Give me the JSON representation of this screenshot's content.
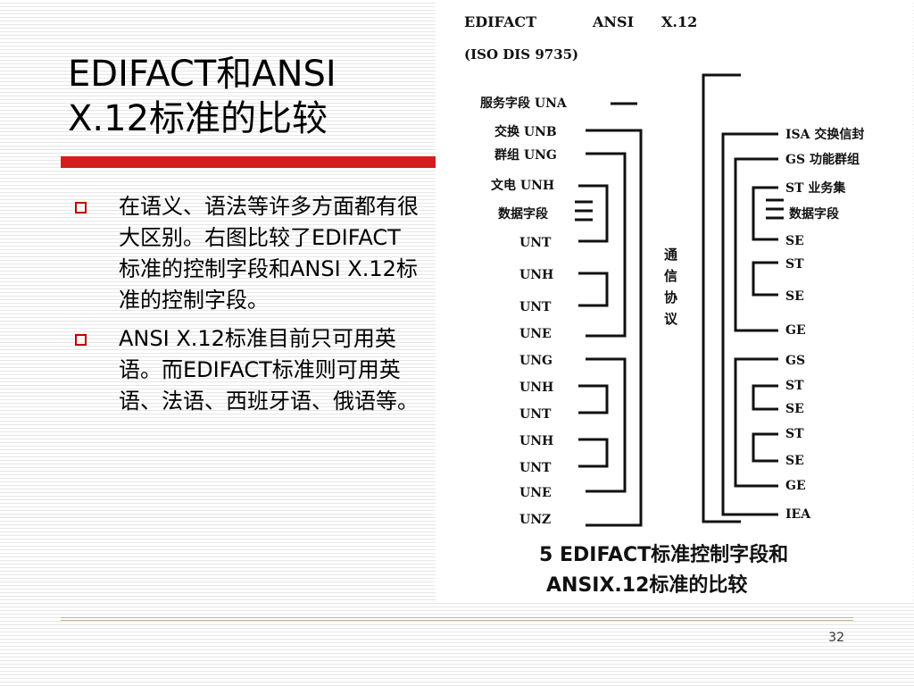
{
  "slide": {
    "title_line1": "EDIFACT和ANSI",
    "title_line2": "X.12标准的比较",
    "bullets": [
      {
        "text": "在语义、语法等许多方面都有很大区别。右图比较了EDIFACT标准的控制字段和ANSI X.12标准的控制字段。"
      },
      {
        "text": "ANSI X.12标准目前只可用英语。而EDIFACT标准则可用英语、法语、西班牙语、俄语等。"
      }
    ],
    "page_number": "32"
  },
  "figure": {
    "header": {
      "edifact": "EDIFACT",
      "ansi": "ANSI",
      "x12": "X.12",
      "iso": "(ISO DIS 9735)"
    },
    "left_labels": [
      "服务字段 UNA",
      "交换 UNB",
      "群组 UNG",
      "文电 UNH",
      "数据字段",
      "UNT",
      "UNH",
      "UNT",
      "UNE",
      "UNG",
      "UNH",
      "UNT",
      "UNH",
      "UNT",
      "UNE",
      "UNZ"
    ],
    "center_label": [
      "通",
      "信",
      "协",
      "议"
    ],
    "right_labels": [
      "ISA 交换信封",
      "GS 功能群组",
      "ST 业务集",
      "数据字段",
      "SE",
      "ST",
      "SE",
      "GE",
      "GS",
      "ST",
      "SE",
      "ST",
      "SE",
      "GE",
      "IEA"
    ],
    "caption_line1": "5 EDIFACT标准控制字段和",
    "caption_line2": "ANSIX.12标准的比较"
  },
  "colors": {
    "accent_red": "#d41e1e",
    "bullet_box": "#c00000"
  }
}
